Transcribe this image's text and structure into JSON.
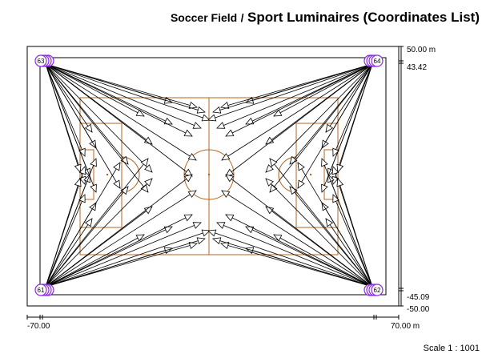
{
  "header": {
    "title": "Soccer Field",
    "separator": "/",
    "subtitle": "Sport Luminaires (Coordinates List)"
  },
  "dimensions": {
    "y_top": "50.00 m",
    "y_upper": "43.42",
    "y_lower": "-45.09",
    "y_bottom": "-50.00",
    "x_left": "-70.00",
    "x_right": "70.00 m"
  },
  "scale": "Scale 1 : 1001",
  "luminaire_poles": [
    {
      "id": "63",
      "corner": "top-left"
    },
    {
      "id": "64",
      "corner": "top-right"
    },
    {
      "id": "61",
      "corner": "bottom-left"
    },
    {
      "id": "62",
      "corner": "bottom-right"
    }
  ],
  "colors": {
    "field_lines": "#b5651d",
    "pole_marker": "#8a2be2",
    "aim_lines": "#000000"
  }
}
